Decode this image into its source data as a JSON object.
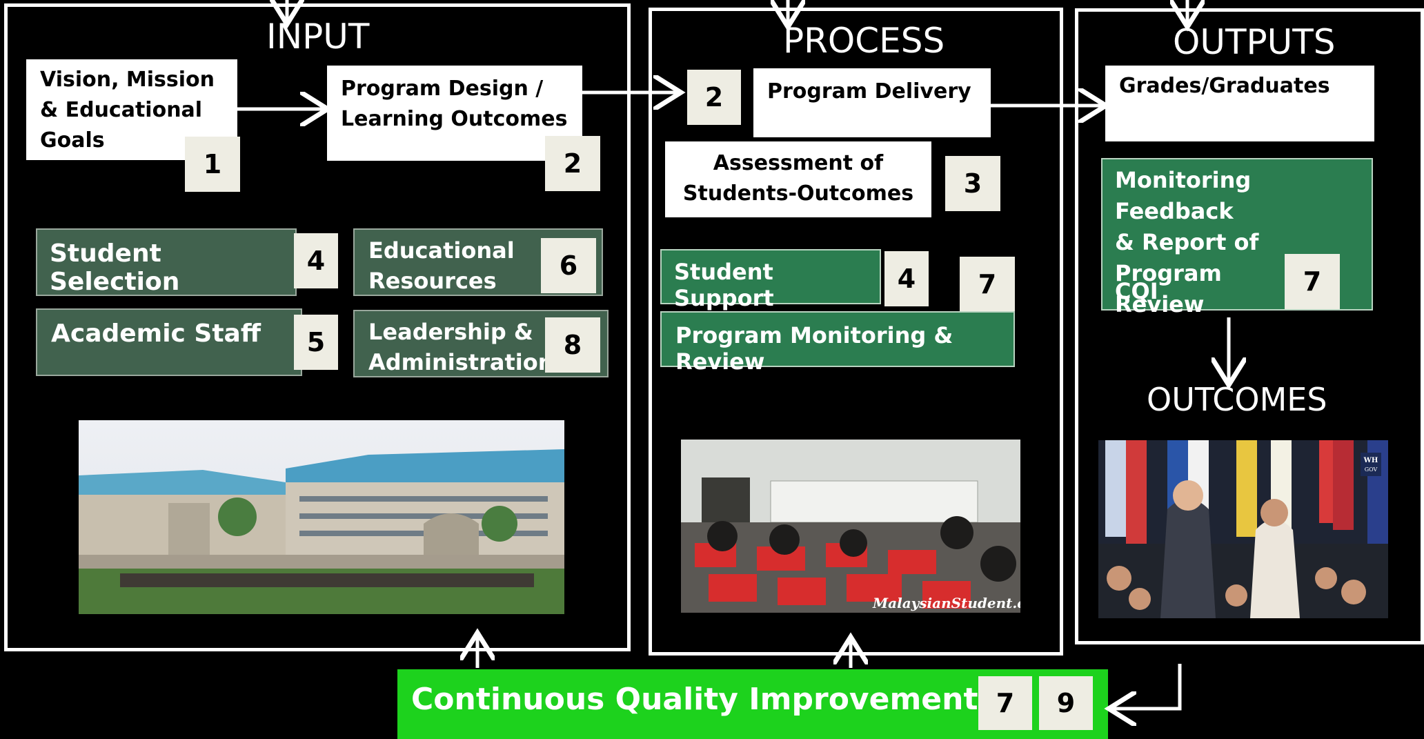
{
  "panels": {
    "input_title": "INPUT",
    "process_title": "PROCESS",
    "outputs_title": "OUTPUTS",
    "outcomes_title": "OUTCOMES"
  },
  "input": {
    "vision": {
      "label": "Vision, Mission\n& Educational\nGoals",
      "num": "1"
    },
    "program_design": {
      "label": "Program Design /\nLearning Outcomes",
      "num": "2"
    },
    "student_selection": {
      "label": "Student Selection",
      "num": "4"
    },
    "educational_resources": {
      "label": "Educational\nResources",
      "num": "6"
    },
    "academic_staff": {
      "label": "Academic Staff",
      "num": "5"
    },
    "leadership": {
      "label": "Leadership &\nAdministration",
      "num": "8"
    }
  },
  "process": {
    "delivery_num": "2",
    "delivery": "Program Delivery",
    "assessment": {
      "label": "Assessment of\nStudents-Outcomes",
      "num": "3"
    },
    "student_support": {
      "label": "Student Support",
      "num": "4"
    },
    "monitoring_num": "7",
    "monitoring": "Program Monitoring & Review"
  },
  "outputs": {
    "grades": "Grades/Graduates",
    "feedback": "Monitoring Feedback\n& Report of Program\nReview",
    "cqi": "CQI",
    "cqi_num": "7"
  },
  "cqi_bar": {
    "label": "Continuous Quality Improvement",
    "num1": "7",
    "num2": "9"
  },
  "photo_text": {
    "watermark": "MalaysianStudent.c",
    "badge": "WH\nGOV"
  },
  "colors": {
    "background": "#000000",
    "dark_green": "#41624e",
    "medium_green": "#2b7d50",
    "cqi_green": "#1dd21d",
    "number_box": "#eeede3"
  }
}
